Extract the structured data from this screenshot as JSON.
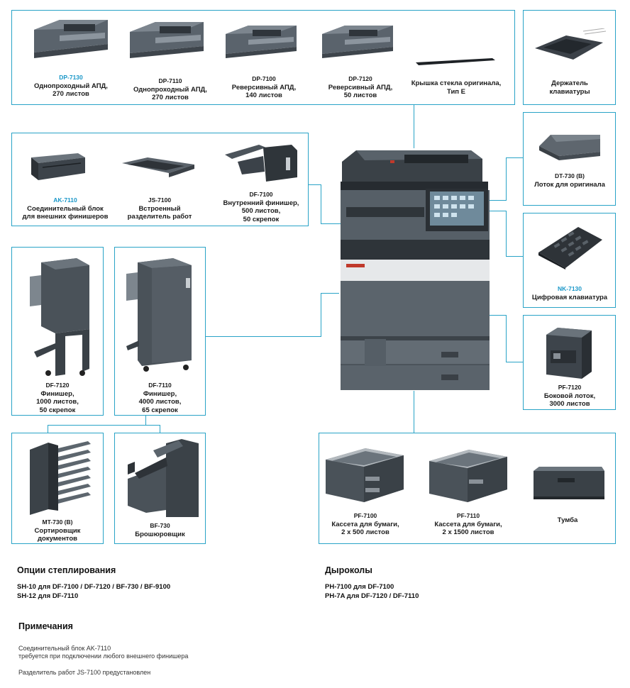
{
  "top_adf": [
    {
      "code": "DP-7130",
      "code_blue": true,
      "lines": [
        "Однопроходный АПД,",
        "270 листов"
      ]
    },
    {
      "code": "DP-7110",
      "code_blue": false,
      "lines": [
        "Однопроходный АПД,",
        "270 листов"
      ]
    },
    {
      "code": "DP-7100",
      "code_blue": false,
      "lines": [
        "Реверсивный АПД,",
        "140 листов"
      ]
    },
    {
      "code": "DP-7120",
      "code_blue": false,
      "lines": [
        "Реверсивный АПД,",
        "50 листов"
      ]
    },
    {
      "code": "",
      "code_blue": false,
      "lines": [
        "Крышка стекла оригинала,",
        "Тип E"
      ]
    }
  ],
  "keyboard_holder": {
    "lines": [
      "Держатель",
      "клавиатуры"
    ]
  },
  "finisher_internal": [
    {
      "code": "AK-7110",
      "code_blue": true,
      "lines": [
        "Соединительный блок",
        "для внешних финишеров"
      ]
    },
    {
      "code": "JS-7100",
      "code_blue": false,
      "lines": [
        "Встроенный",
        "разделитель работ"
      ]
    },
    {
      "code": "DF-7100",
      "code_blue": false,
      "lines": [
        "Внутренний финишер,",
        "500 листов,",
        "50 скрепок"
      ]
    }
  ],
  "dt730": {
    "code": "DT-730 (B)",
    "lines": [
      "Лоток для оригинала"
    ]
  },
  "nk7130": {
    "code": "NK-7130",
    "lines": [
      "Цифровая клавиатура"
    ]
  },
  "pf7120": {
    "code": "PF-7120",
    "lines": [
      "Боковой лоток,",
      "3000 листов"
    ]
  },
  "df7120": {
    "code": "DF-7120",
    "lines": [
      "Финишер,",
      "1000 листов,",
      "50 скрепок"
    ]
  },
  "df7110": {
    "code": "DF-7110",
    "lines": [
      "Финишер,",
      "4000 листов,",
      "65 скрепок"
    ]
  },
  "mt730": {
    "code": "MT-730 (B)",
    "lines": [
      "Сортировщик",
      "документов"
    ]
  },
  "bf730": {
    "code": "BF-730",
    "lines": [
      "Брошюровщик"
    ]
  },
  "cassettes": [
    {
      "code": "PF-7100",
      "lines": [
        "Кассета для бумаги,",
        "2 х 500 листов"
      ]
    },
    {
      "code": "PF-7110",
      "lines": [
        "Кассета для бумаги,",
        "2 х 1500 листов"
      ]
    },
    {
      "code": "",
      "lines": [
        "Тумба"
      ]
    }
  ],
  "stapling": {
    "title": "Опции степлирования",
    "lines": [
      "SH-10 для DF-7100 / DF-7120 / BF-730 / BF-9100",
      "SH-12 для DF-7110"
    ]
  },
  "punchers": {
    "title": "Дыроколы",
    "lines": [
      "PH-7100 для DF-7100",
      "PH-7A для DF-7120 / DF-7110"
    ]
  },
  "notes": {
    "title": "Примечания",
    "lines": [
      "Соединительный блок AK-7110",
      "требуется при подключении любого внешнего финишера",
      "Разделитель работ JS-7100 предустановлен"
    ]
  },
  "colors": {
    "accent": "#29a3c7",
    "code_blue": "#1a97c8",
    "device_dark": "#4a5560",
    "device_mid": "#6c7680"
  }
}
